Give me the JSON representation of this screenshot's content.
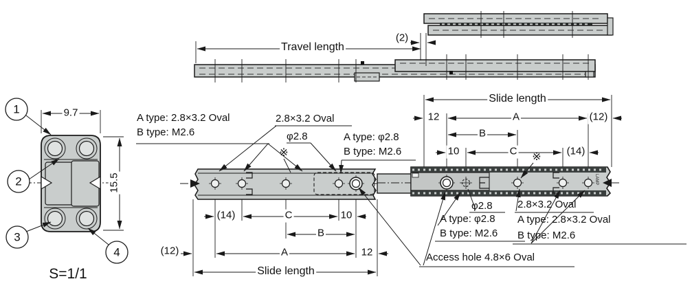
{
  "meta": {
    "scale_label": "S=1/1"
  },
  "cross_section": {
    "callouts": [
      "1",
      "2",
      "3",
      "4"
    ],
    "width_dim": "9.7",
    "height_dim": "15.5"
  },
  "side_view": {
    "travel_label": "Travel length",
    "offset_dim": "(2)"
  },
  "left_plan": {
    "labels": {
      "oval_ab_1": "A type: 2.8×3.2 Oval",
      "oval_ab_2": "B type: M2.6",
      "oval": "2.8×3.2 Oval",
      "phi": "φ2.8",
      "phi_ab_1": "A type: φ2.8",
      "phi_ab_2": "B type: M2.6",
      "ref_mark": "※"
    },
    "dims": {
      "d14": "(14)",
      "dC": "C",
      "d10": "10",
      "dB": "B",
      "d12p": "(12)",
      "dA": "A",
      "d12": "12",
      "slide": "Slide length"
    }
  },
  "right_plan": {
    "labels": {
      "phi": "φ2.8",
      "phi_ab_1": "A type: φ2.8",
      "phi_ab_2": "B type: M2.6",
      "oval": "2.8×3.2 Oval",
      "oval_ab_1": "A type: 2.8×3.2 Oval",
      "oval_ab_2": "B type: M2.6",
      "access": "Access hole 4.8×6 Oval",
      "ref_mark": "※",
      "brand_stamp": "LAMP"
    },
    "dims": {
      "slide": "Slide length",
      "d12": "12",
      "dA": "A",
      "d12p": "(12)",
      "dB": "B",
      "d10": "10",
      "dC": "C",
      "d14": "(14)"
    }
  },
  "colors": {
    "rail_fill": "#c9cdcc",
    "overlay_fill": "#c3c6c5",
    "line": "#1a1a1a",
    "flange": "#3a3f3e"
  }
}
